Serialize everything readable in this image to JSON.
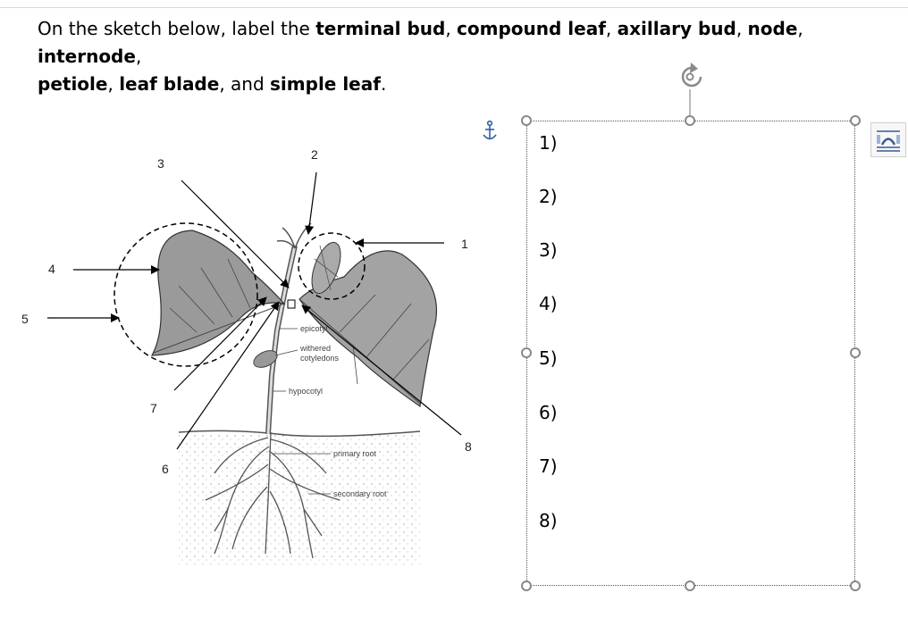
{
  "instructions": {
    "p1": "On the sketch below, label the ",
    "terminal_bud": "terminal bud",
    "s1": ", ",
    "compound_leaf": "compound leaf",
    "s2": ", ",
    "axillary_bud": "axillary bud",
    "s3": ", ",
    "node": "node",
    "s4": ", ",
    "internode": "internode",
    "s5": ",",
    "petiole": "petiole",
    "s6": ", ",
    "leaf_blade": "leaf blade",
    "s7": ", and ",
    "simple_leaf": "simple leaf",
    "s8": "."
  },
  "diagram": {
    "callouts": [
      "1",
      "2",
      "3",
      "4",
      "5",
      "6",
      "7",
      "8"
    ],
    "printed_labels": {
      "epicotyl": "epicotyl",
      "withered": "withered",
      "cotyledons": "cotyledons",
      "hypocotyl": "hypocotyl",
      "primary_root": "primary root",
      "secondary_root": "secondary root"
    }
  },
  "answer_box": {
    "items": [
      "1)",
      "2)",
      "3)",
      "4)",
      "5)",
      "6)",
      "7)",
      "8)"
    ]
  },
  "icons": {
    "anchor": "anchor-icon",
    "rotate": "rotate-handle-icon",
    "layout": "layout-options-icon"
  },
  "colors": {
    "anchor": "#2e5fa8",
    "handle": "#8a8a8a"
  }
}
